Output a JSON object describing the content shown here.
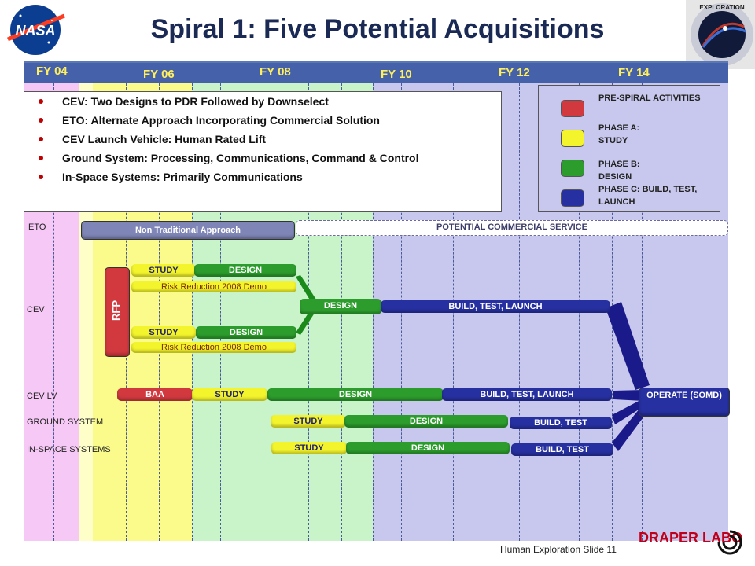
{
  "title": "Spiral 1: Five Potential Acquisitions",
  "fiscal_years": [
    "FY 04",
    "FY 06",
    "FY 08",
    "FY 10",
    "FY 12",
    "FY 14"
  ],
  "bullets": [
    "CEV: Two Designs to PDR Followed by Downselect",
    "ETO: Alternate Approach Incorporating Commercial Solution",
    "CEV Launch Vehicle: Human Rated Lift",
    "Ground System: Processing, Communications, Command & Control",
    "In-Space Systems: Primarily Communications"
  ],
  "legend": [
    {
      "label": "PRE-SPIRAL ACTIVITIES",
      "color": "#d1393f"
    },
    {
      "label": "PHASE A: STUDY",
      "color": "#f3f42c"
    },
    {
      "label": "PHASE B: DESIGN",
      "color": "#2c9c2c"
    },
    {
      "label": "PHASE C: BUILD, TEST, LAUNCH",
      "color": "#2730a0"
    }
  ],
  "rows": {
    "eto": "ETO",
    "cev": "CEV",
    "cev_lv": "CEV LV",
    "ground": "GROUND SYSTEM",
    "inspace": "IN-SPACE SYSTEMS"
  },
  "bars": {
    "non_traditional": "Non Traditional Approach",
    "commercial": "POTENTIAL COMMERCIAL SERVICE",
    "study": "STUDY",
    "design": "DESIGN",
    "risk": "Risk Reduction 2008 Demo",
    "rfp": "RFP",
    "build_test_launch": "BUILD, TEST, LAUNCH",
    "baa": "BAA",
    "build_test": "BUILD, TEST",
    "operate": "OPERATE (SOMD)"
  },
  "logos": {
    "nasa": "NASA",
    "mission": "EXPLORATION",
    "draper": "DRAPER LABORATORY"
  },
  "footer": "Human Exploration Slide 11",
  "colors": {
    "pre_spiral": "#d1393f",
    "study": "#f3f42c",
    "design": "#2c9c2c",
    "build": "#2730a0"
  }
}
